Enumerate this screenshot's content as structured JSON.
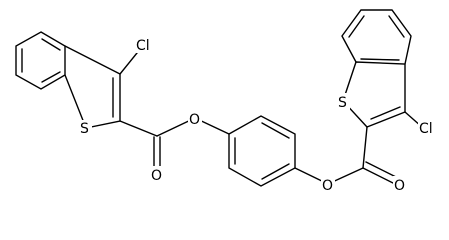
{
  "molecule": {
    "atoms": {
      "cl_left": "Cl",
      "s_left": "S",
      "o_carbonyl_left": "O",
      "o_ester_left": "O",
      "o_ester_right": "O",
      "o_carbonyl_right": "O",
      "s_right": "S",
      "cl_right": "Cl"
    },
    "colors": {
      "bond": "#000000",
      "background": "#ffffff"
    }
  }
}
